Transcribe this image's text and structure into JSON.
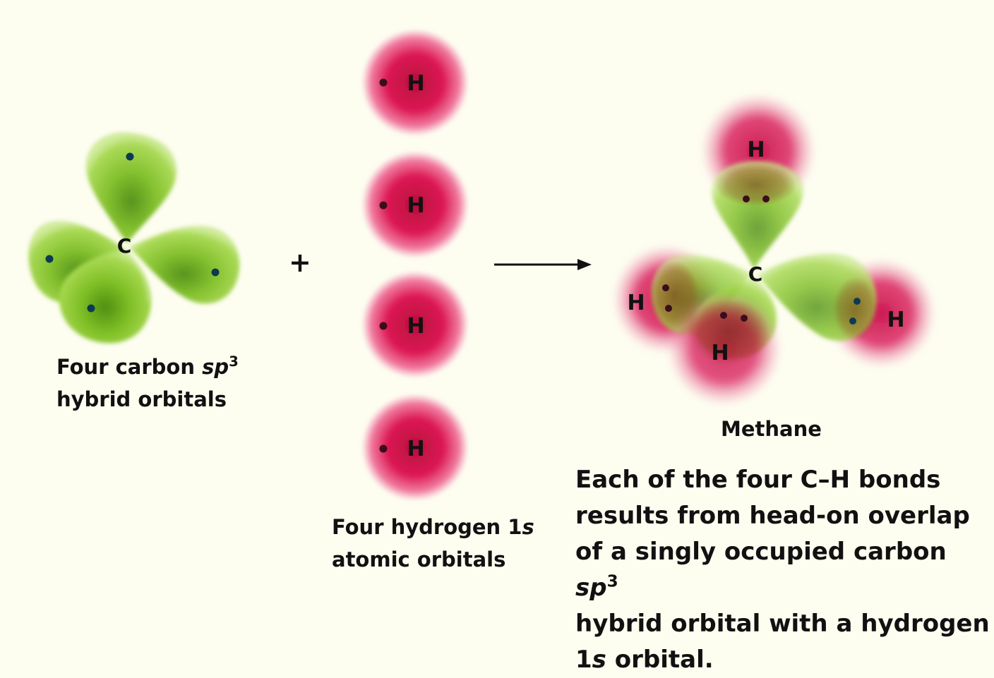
{
  "colors": {
    "background": "#fdfdf0",
    "carbon_orbital": "#8fce2e",
    "hydrogen_orbital": "#d8134f",
    "electron_dot_carbon": "#0d3a52",
    "electron_dot_hydrogen": "#3a0d1c"
  },
  "left_group": {
    "center_label": "C",
    "caption_line1_text": "Four carbon ",
    "caption_line1_italic": "sp",
    "caption_line1_sup": "3",
    "caption_line2": "hybrid orbitals"
  },
  "plus_sign": "+",
  "middle_group": {
    "atoms": [
      {
        "label": "H"
      },
      {
        "label": "H"
      },
      {
        "label": "H"
      },
      {
        "label": "H"
      }
    ],
    "caption_line1_text": "Four hydrogen 1",
    "caption_line1_italic": "s",
    "caption_line2": "atomic orbitals"
  },
  "arrow_icon": "right-arrow",
  "right_group": {
    "center_label": "C",
    "h_top": "H",
    "h_left": "H",
    "h_front": "H",
    "h_right": "H",
    "name": "Methane"
  },
  "description": {
    "line1": "Each of the four C–H bonds",
    "line2": "results from head-on overlap",
    "line3_text": "of a singly occupied carbon ",
    "line3_italic": "sp",
    "line3_sup": "3",
    "line4": "hybrid orbital with a hydrogen",
    "line5_num": "1",
    "line5_italic": "s",
    "line5_rest": " orbital."
  }
}
